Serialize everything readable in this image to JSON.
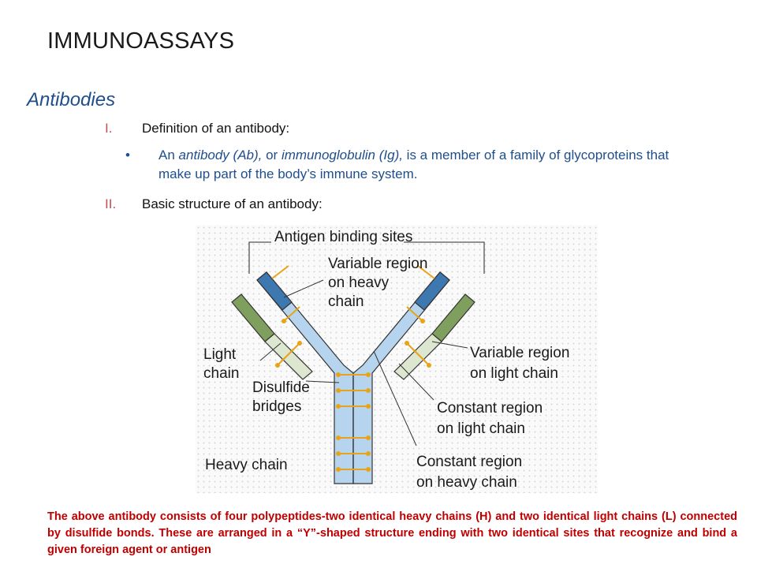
{
  "slide": {
    "title": "IMMUNOASSAYS",
    "subtitle": "Antibodies",
    "items": [
      {
        "numeral": "I.",
        "text": "Definition of an antibody:"
      },
      {
        "numeral": "II.",
        "text": "Basic structure of an antibody:"
      }
    ],
    "bullet": {
      "symbol": "•",
      "prefix": "An ",
      "term1": "antibody (Ab),",
      "mid": " or ",
      "term2": "immunoglobulin (Ig),",
      "suffix": " is a member of a family of glycoproteins that make up part of the body’s immune system."
    }
  },
  "figure": {
    "labels": {
      "antigen_sites": "Antigen binding sites",
      "var_heavy_1": "Variable region",
      "var_heavy_2": "on heavy",
      "var_heavy_3": "chain",
      "light_1": "Light",
      "light_2": "chain",
      "disulfide_1": "Disulfide",
      "disulfide_2": "bridges",
      "var_light_1": "Variable region",
      "var_light_2": "on light chain",
      "const_light_1": "Constant region",
      "const_light_2": "on light chain",
      "heavy": "Heavy chain",
      "const_heavy_1": "Constant region",
      "const_heavy_2": "on heavy chain"
    },
    "colors": {
      "heavy_constant": "#b7d4ee",
      "heavy_variable": "#3d78b0",
      "light_constant": "#dde6cf",
      "light_variable": "#7f9f5f",
      "bridge": "#e8a317"
    }
  },
  "caption": "The above antibody consists of four polypeptides-two identical heavy chains (H) and two identical light chains (L) connected by disulfide bonds. These are arranged in a “Y”-shaped structure ending with two identical sites that recognize and bind a given foreign agent or antigen"
}
